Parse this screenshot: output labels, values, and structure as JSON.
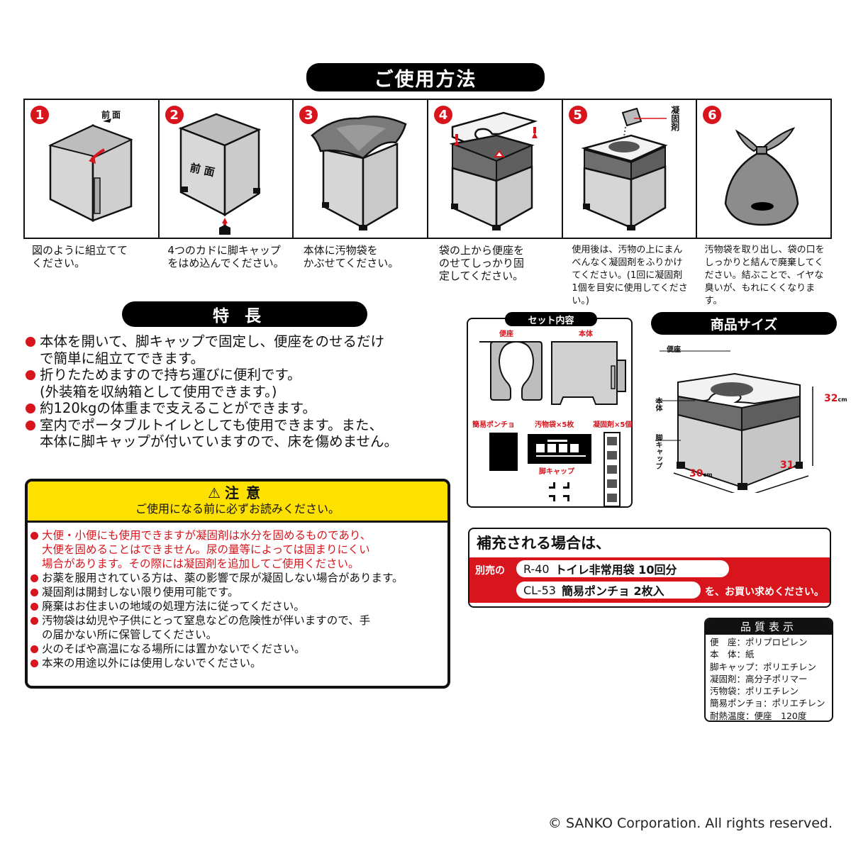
{
  "usage": {
    "header": "ご使用方法",
    "steps": [
      {
        "num": "1",
        "illustration_label": "前面",
        "caption": "図のように組立てて\nください。"
      },
      {
        "num": "2",
        "illustration_label": "前面",
        "caption": "4つのカドに脚キャップ\nをはめ込んでください。"
      },
      {
        "num": "3",
        "caption": "本体に汚物袋を\nかぶせてください。"
      },
      {
        "num": "4",
        "caption": "袋の上から便座を\nのせてしっかり固\n定してください。"
      },
      {
        "num": "5",
        "illustration_label": "凝固剤",
        "caption": "使用後は、汚物の上にまん\nべんなく凝固剤をふりかけ\nてください。(1回に凝固剤\n1個を目安に使用してください。)"
      },
      {
        "num": "6",
        "caption": "汚物袋を取り出し、袋の口を\nしっかりと結んで廃棄してく\nださい。結ぶことで、イヤな\n臭いが、もれにくくなります。"
      }
    ]
  },
  "features": {
    "header": "特長",
    "items": [
      "本体を開いて、脚キャップで固定し、便座をのせるだけ\nで簡単に組立てできます。",
      "折りたためますので持ち運びに便利です。\n(外装箱を収納箱として使用できます。)",
      "約120kgの体重まで支えることができます。",
      "室内でポータブルトイレとしても使用できます。また、\n本体に脚キャップが付いていますので、床を傷めません。"
    ]
  },
  "caution": {
    "icon": "warning-triangle-icon",
    "title": "注意",
    "subtitle": "ご使用になる前に必ずお読みください。",
    "items": [
      {
        "text": "大便・小便にも使用できますが凝固剤は水分を固めるものであり、\n大便を固めることはできません。尿の量等によっては固まりにくい\n場合があります。その際には凝固剤を追加してご使用ください。",
        "highlight": true
      },
      {
        "text": "お薬を服用されている方は、薬の影響で尿が凝固しない場合があります。",
        "highlight": false
      },
      {
        "text": "凝固剤は開封しない限り使用可能です。",
        "highlight": false
      },
      {
        "text": "廃棄はお住まいの地域の処理方法に従ってください。",
        "highlight": false
      },
      {
        "text": "汚物袋は幼児や子供にとって窒息などの危険性が伴いますので、手\nの届かない所に保管してください。",
        "highlight": false
      },
      {
        "text": "火のそばや高温になる場所には置かないでください。",
        "highlight": false
      },
      {
        "text": "本来の用途以外には使用しないでください。",
        "highlight": false
      }
    ]
  },
  "set_contents": {
    "header": "セット内容",
    "items": {
      "seat": "便座",
      "body": "本体",
      "poncho": "簡易ポンチョ",
      "bags": "汚物袋×5枚",
      "coagulant": "凝固剤×5個",
      "leg_caps": "脚キャップ"
    }
  },
  "product_size": {
    "header": "商品サイズ",
    "labels": {
      "seat": "便座",
      "body": "本体",
      "leg_cap": "脚キャップ"
    },
    "height": {
      "value": "32",
      "unit": "cm"
    },
    "width": {
      "value": "30",
      "unit": "cm"
    },
    "depth": {
      "value": "31",
      "unit": "cm"
    }
  },
  "refill": {
    "title": "補充される場合は、",
    "prefix": "別売の",
    "products": [
      {
        "code": "R-40",
        "name": "トイレ非常用袋 10回分"
      },
      {
        "code": "CL-53",
        "name": "簡易ポンチョ 2枚入"
      }
    ],
    "suffix": "を、お買い求めください。"
  },
  "quality": {
    "header": "品質表示",
    "rows": [
      "便　座：ポリプロピレン",
      "本　体：紙",
      "脚キャップ：ポリエチレン",
      "凝固剤：高分子ポリマー",
      "汚物袋：ポリエチレン",
      "簡易ポンチョ：ポリエチレン",
      "耐熱温度：便座　120度"
    ]
  },
  "colors": {
    "accent_red": "#d8141c",
    "caution_yellow": "#ffe100",
    "black": "#000000"
  },
  "copyright": "© SANKO Corporation. All rights reserved."
}
